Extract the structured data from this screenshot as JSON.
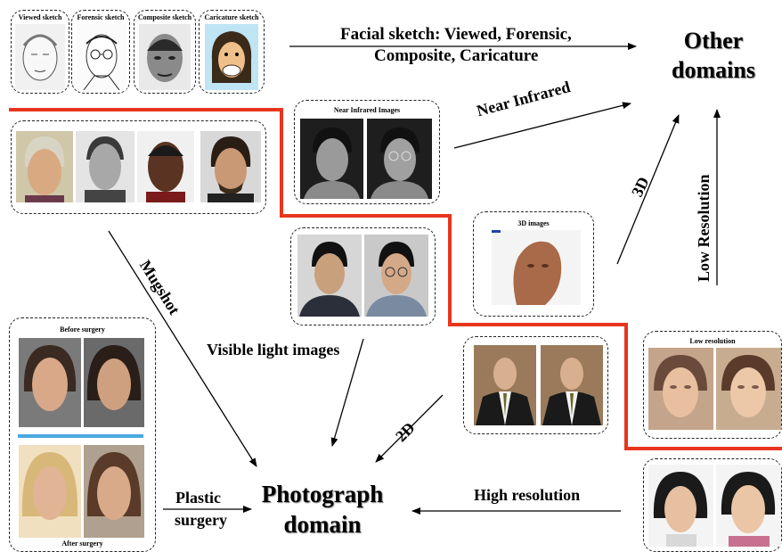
{
  "domains": {
    "other": "Other domains",
    "photograph": "Photograph domain"
  },
  "edges": {
    "facial_sketch_line1": "Facial sketch: Viewed, Forensic,",
    "facial_sketch_line2": "Composite, Caricature",
    "near_infrared": "Near Infrared",
    "three_d": "3D",
    "low_resolution": "Low Resolution",
    "mugshot": "Mugshot",
    "visible_light": "Visible light images",
    "two_d": "2D",
    "plastic_line1": "Plastic",
    "plastic_line2": "surgery",
    "high_resolution": "High resolution"
  },
  "captions": {
    "viewed_sketch": "Viewed sketch",
    "forensic_sketch": "Forensic sketch",
    "composite_sketch": "Composite sketch",
    "caricature_sketch": "Caricature sketch",
    "near_infrared_images": "Near Infrared Images",
    "three_d_images": "3D images",
    "low_resolution": "Low resolution",
    "before_surgery": "Before surgery",
    "after_surgery": "After surgery"
  },
  "colors": {
    "boundary": "#e8351d",
    "separator": "#4aa8e0",
    "arrow": "#000000"
  }
}
